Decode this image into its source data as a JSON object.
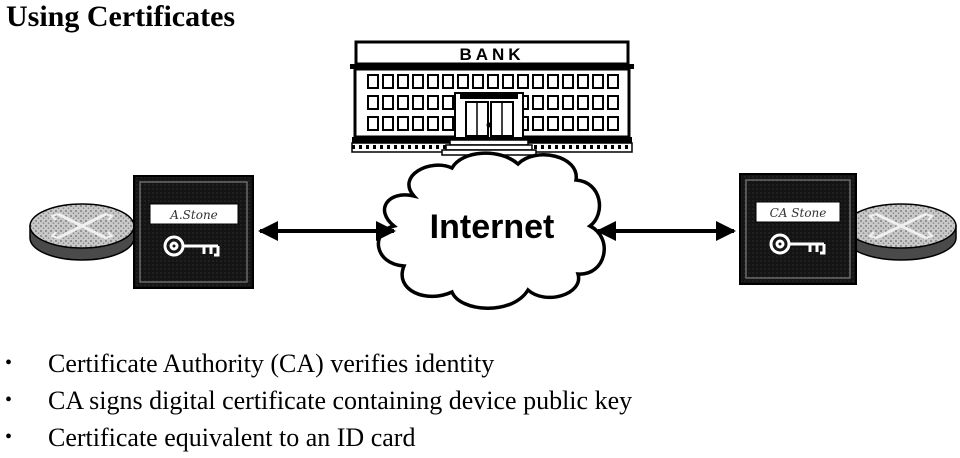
{
  "title": "Using Certificates",
  "diagram": {
    "bank_label": "BANK",
    "cloud_label": "Internet",
    "left_cert_signature": "A.Stone",
    "right_cert_signature": "CA Stone"
  },
  "bullets": [
    {
      "marker": "•",
      "text": "Certificate Authority (CA) verifies identity"
    },
    {
      "marker": "•",
      "text": "CA signs digital certificate containing device public key"
    },
    {
      "marker": "•",
      "text": "Certificate equivalent to an ID card"
    }
  ]
}
